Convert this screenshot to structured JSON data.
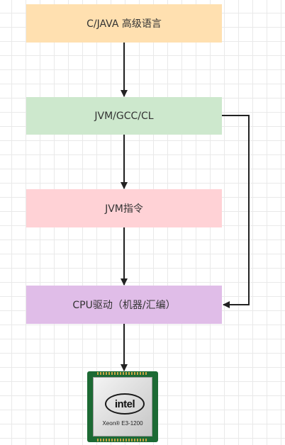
{
  "boxes": [
    {
      "label": "C/JAVA 高级语言",
      "color": "#ffe0b0"
    },
    {
      "label": "JVM/GCC/CL",
      "color": "#cde8cd"
    },
    {
      "label": "JVM指令",
      "color": "#ffd2d6"
    },
    {
      "label": "CPU驱动（机器/汇编）",
      "color": "#e0bde8"
    }
  ],
  "cpu_image": {
    "logo": "intel",
    "model": "Xeon® E3-1200",
    "colors": {
      "substrate": "#1c6a34",
      "pins": "#c9a646"
    }
  },
  "colors": {
    "arrow": "#222222",
    "grid": "#e9e9e9"
  }
}
